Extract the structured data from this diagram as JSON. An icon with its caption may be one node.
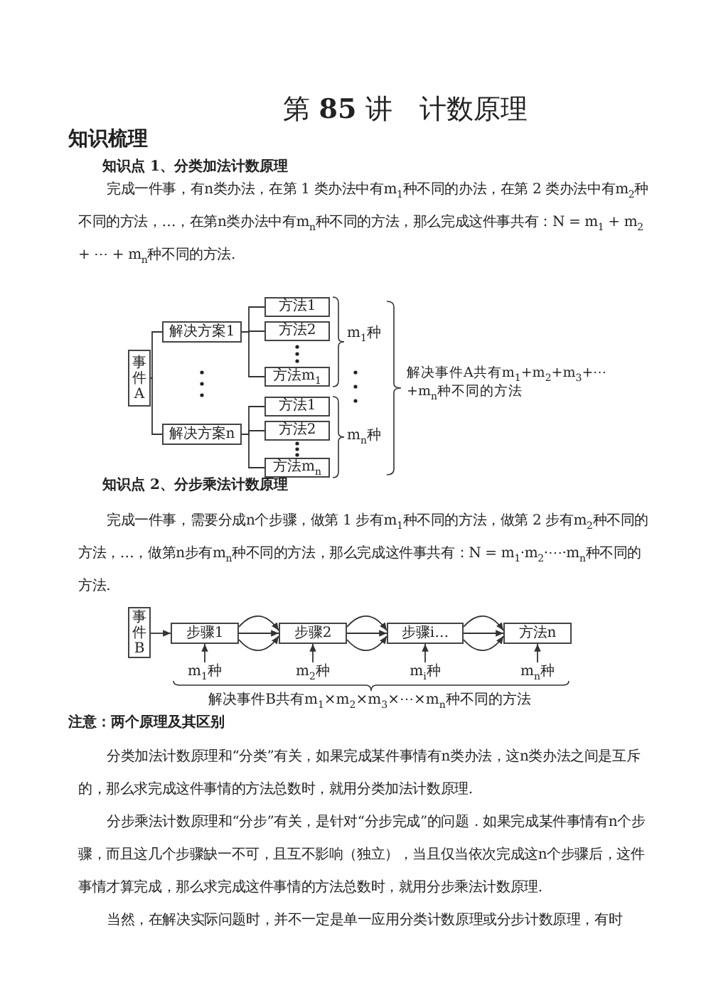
{
  "diagram": {
    "title": "第 **85** 讲　计数原理",
    "nodes": [
      {
        "text": [
          "事件A"
        ]
      },
      {
        "text": [
          "解决方案1"
        ]
      },
      {
        "text": [
          "方法1"
        ]
      },
      {
        "text": [
          "方法2"
        ]
      },
      {
        "text": [
          "方法m$_{1}$"
        ]
      },
      {
        "text": [
          "解决方案n"
        ]
      },
      {
        "text": [
          "方法1"
        ]
      },
      {
        "text": [
          "方法2"
        ]
      },
      {
        "text": [
          "方法m$_{n}$"
        ]
      },
      {
        "text": [
          "事件B"
        ]
      },
      {
        "text": [
          "步骤1"
        ]
      },
      {
        "text": [
          "步骤2"
        ]
      },
      {
        "text": [
          "步骤i…"
        ]
      },
      {
        "text": [
          "方法n"
        ]
      },
      {
        "text": [
          "m$_{1}$种"
        ]
      },
      {
        "text": [
          "m$_{2}$种"
        ]
      },
      {
        "text": [
          "m$_{i}$种"
        ]
      },
      {
        "text": [
          "m$_{n}$种"
        ]
      }
    ],
    "edges": [
      {
        "from": 0,
        "to": 1,
        "arrow": "none"
      },
      {
        "from": 0,
        "to": 5,
        "arrow": "none"
      },
      {
        "from": 1,
        "to": 2,
        "arrow": "none"
      },
      {
        "from": 1,
        "to": 3,
        "arrow": "none"
      },
      {
        "from": 1,
        "to": 4,
        "arrow": "none"
      },
      {
        "from": 5,
        "to": 6,
        "arrow": "none"
      },
      {
        "from": 5,
        "to": 7,
        "arrow": "none"
      },
      {
        "from": 5,
        "to": 8,
        "arrow": "none"
      },
      {
        "from": 9,
        "to": 10,
        "arrow": "to"
      },
      {
        "from": 10,
        "to": 11,
        "arrow": "to"
      },
      {
        "from": 10,
        "to": 11,
        "arrow": "to"
      },
      {
        "from": 10,
        "to": 11,
        "arrow": "to"
      },
      {
        "from": 11,
        "to": 12,
        "arrow": "to"
      },
      {
        "from": 11,
        "to": 12,
        "arrow": "to"
      },
      {
        "from": 11,
        "to": 12,
        "arrow": "to"
      },
      {
        "from": 12,
        "to": 13,
        "arrow": "to"
      },
      {
        "from": 12,
        "to": 13,
        "arrow": "to"
      },
      {
        "from": 12,
        "to": 13,
        "arrow": "to"
      },
      {
        "from": 14,
        "to": 10,
        "arrow": "to"
      },
      {
        "from": 15,
        "to": 11,
        "arrow": "to"
      },
      {
        "from": 16,
        "to": 12,
        "arrow": "to"
      },
      {
        "from": 17,
        "to": 13,
        "arrow": "to"
      }
    ],
    "labels": [
      "知识梳理",
      "知识点 1、分类加法计数原理",
      "完成一件事，有n类办法，在第 1 类办法中有m$_{1}$种不同的办法，在第 2 类办法中有m$_{2}$种不同的方法，…，在第n类办法中有m$_{n}$种不同的方法，那么完成这件事共有：N = m$_{1}$ + m$_{2}$ + ⋯ + m$_{n}$种不同的方法.",
      "m$_{1}$种",
      "m$_{n}$种",
      "解决事件A共有m$_{1}$+m$_{2}$+m$_{3}$+⋯+m$_{n}$种不同的方法",
      "知识点 2、分步乘法计数原理",
      "完成一件事，需要分成n个步骤，做第 1 步有m$_{1}$种不同的方法，做第 2 步有m$_{2}$种不同的方法，…，做第n步有m$_{n}$种不同的方法，那么完成这件事共有：N = m$_{1}$·m$_{2}$·⋯·m$_{n}$种不同的方法.",
      "解决事件B共有m$_{1}$×m$_{2}$×m$_{3}$×⋯×m$_{n}$种不同的方法",
      "注意：两个原理及其区别",
      "分类加法计数原理和“分类”有关，如果完成某件事情有n类办法，这n类办法之间是互斥的，那么求完成这件事情的方法总数时，就用分类加法计数原理.",
      "分步乘法计数原理和“分步”有关，是针对“分步完成”的问题．如果完成某件事情有n个步骤，而且这几个步骤缺一不可，且互不影响（独立），当且仅当依次完成这n个步骤后，这件事情才算完成，那么求完成这件事情的方法总数时，就用分步乘法计数原理.",
      "当然，在解决实际问题时，并不一定是单一应用分类计数原理或分步计数原理，有时"
    ]
  }
}
